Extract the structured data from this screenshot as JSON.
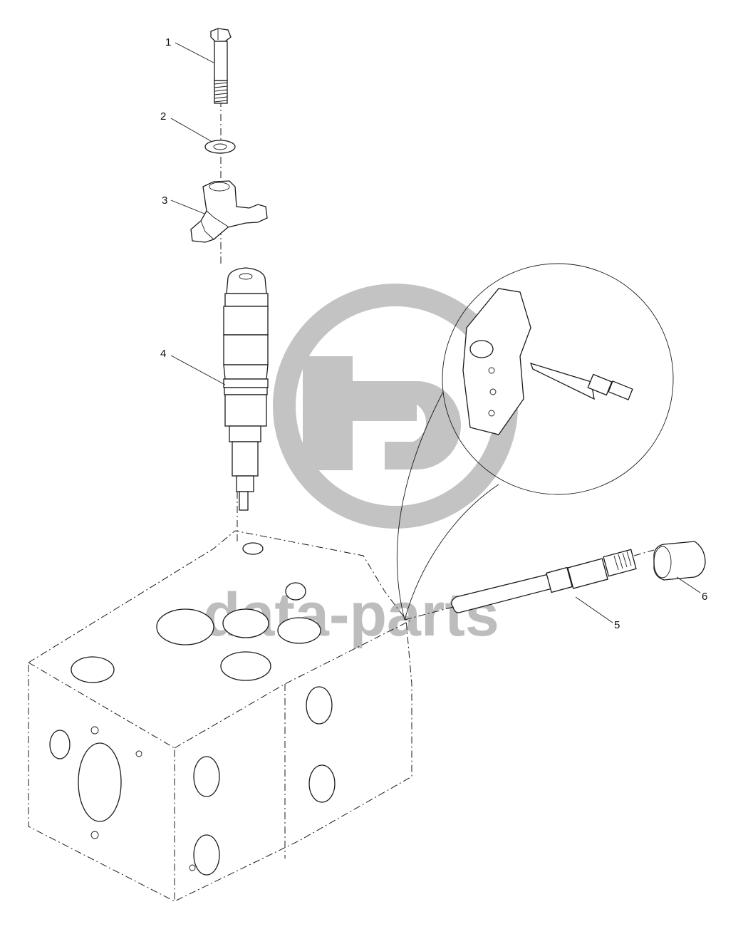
{
  "callouts": [
    {
      "id": "1",
      "label": "1",
      "part": "bolt"
    },
    {
      "id": "2",
      "label": "2",
      "part": "washer"
    },
    {
      "id": "3",
      "label": "3",
      "part": "clamp"
    },
    {
      "id": "4",
      "label": "4",
      "part": "injector"
    },
    {
      "id": "5",
      "label": "5",
      "part": "connector-pipe"
    },
    {
      "id": "6",
      "label": "6",
      "part": "nut"
    }
  ],
  "watermark": {
    "text": "data-parts",
    "color": "#bdbdbd"
  }
}
